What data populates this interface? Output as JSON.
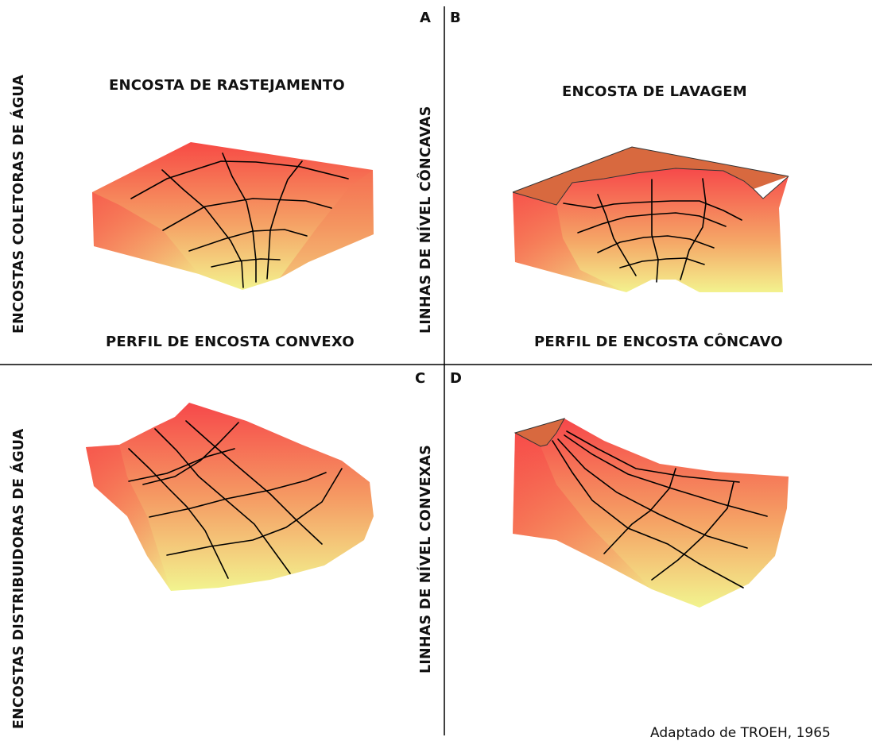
{
  "panels": {
    "A": {
      "letter": "A",
      "title": "ENCOSTA DE RASTEJAMENTO",
      "profile": "PERFIL DE ENCOSTA CONVEXO"
    },
    "B": {
      "letter": "B",
      "title": "ENCOSTA DE LAVAGEM",
      "profile": "PERFIL DE ENCOSTA CÔNCAVO"
    },
    "C": {
      "letter": "C"
    },
    "D": {
      "letter": "D"
    }
  },
  "side_labels": {
    "top_left": "ENCOSTAS COLETORAS DE ÁGUA",
    "top_mid": "LINHAS DE NÍVEL CÔNCAVAS",
    "bottom_left": "ENCOSTAS DISTRIBUIDORAS DE ÁGUA",
    "bottom_mid": "LINHAS DE NÍVEL CONVEXAS"
  },
  "credit": "Adaptado de TROEH, 1965",
  "colors": {
    "surface_top": "#f74f45",
    "surface_bottom": "#f4f08c",
    "rim": "#e0714a",
    "grid": "#000000",
    "divider": "#000000"
  }
}
